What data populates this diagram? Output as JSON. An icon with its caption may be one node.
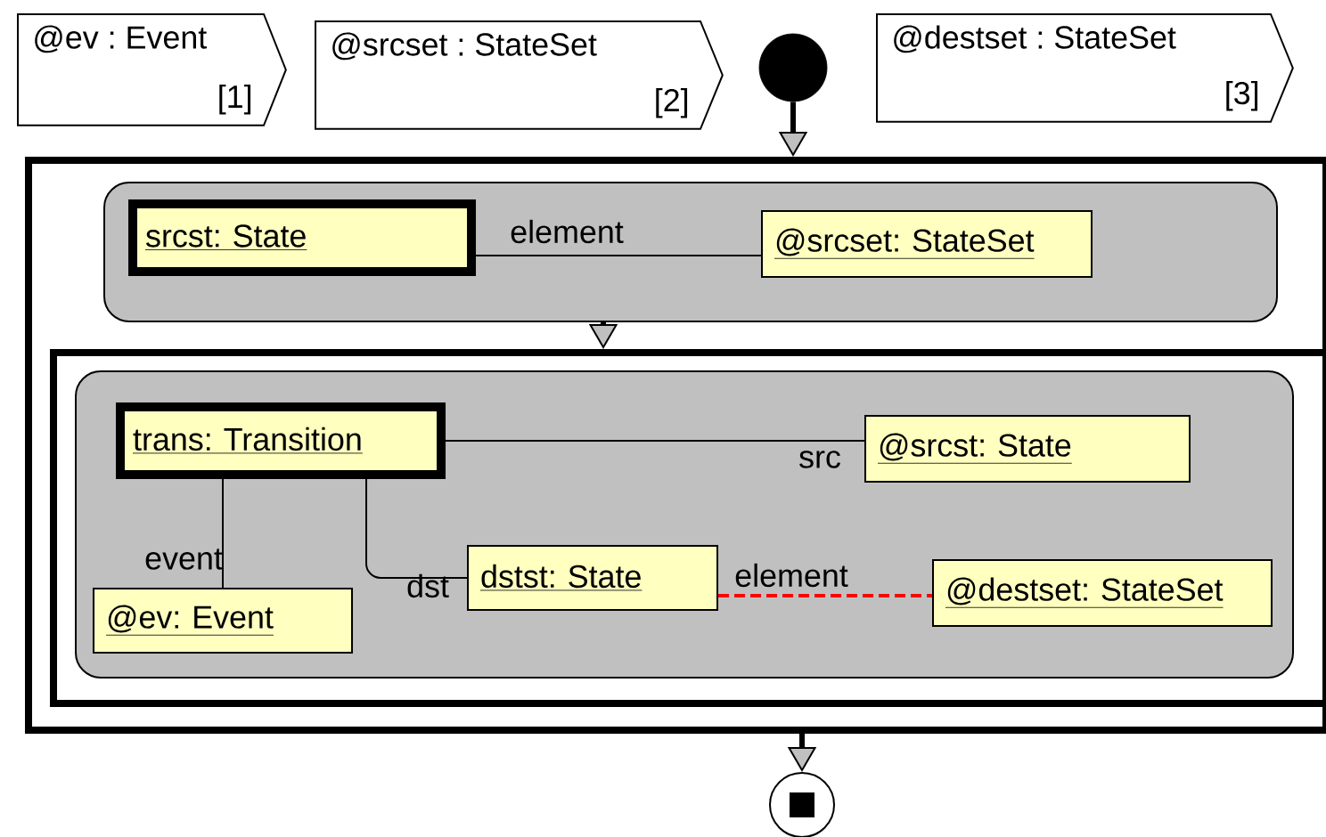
{
  "diagram": {
    "nodes": [
      {
        "text": [
          "@ev : Event",
          "[1]"
        ]
      },
      {
        "text": [
          "@srcset : StateSet",
          "[2]"
        ]
      },
      {
        "text": [],
        "shape": "circle"
      },
      {
        "text": [
          "@destset : StateSet",
          "[3]"
        ]
      },
      {
        "text": [],
        "shape": "box"
      },
      {
        "text": [],
        "shape": "box",
        "in": 4
      },
      {
        "text": [
          "srcst: State"
        ],
        "in": 5
      },
      {
        "text": [
          "@srcset: StateSet"
        ],
        "in": 5
      },
      {
        "text": [],
        "shape": "box",
        "in": 4
      },
      {
        "text": [],
        "shape": "box",
        "in": 8
      },
      {
        "text": [
          "trans: Transition"
        ],
        "in": 9
      },
      {
        "text": [
          "@srcst: State"
        ],
        "in": 9
      },
      {
        "text": [
          "dstst: State"
        ],
        "in": 9
      },
      {
        "text": [
          "@ev: Event"
        ],
        "in": 9
      },
      {
        "text": [
          "@destset: StateSet"
        ],
        "in": 9
      },
      {
        "text": [],
        "shape": "circle"
      }
    ],
    "edges": [
      {
        "from": 2,
        "to": 4,
        "arrow": "to",
        "style": "thick"
      },
      {
        "from": 5,
        "to": 8,
        "arrow": "to",
        "style": "thick"
      },
      {
        "from": 4,
        "to": 15,
        "arrow": "to",
        "style": "thick"
      },
      {
        "from": 6,
        "to": 7,
        "arrow": "none",
        "label": "element"
      },
      {
        "from": 10,
        "to": 11,
        "arrow": "none",
        "label": "src"
      },
      {
        "from": 10,
        "to": 13,
        "arrow": "none",
        "label": "event"
      },
      {
        "from": 10,
        "to": 12,
        "arrow": "none",
        "label": "dst"
      },
      {
        "from": 12,
        "to": 14,
        "arrow": "none",
        "label": "element",
        "style": "dashed",
        "color": "#ff0000"
      }
    ]
  }
}
